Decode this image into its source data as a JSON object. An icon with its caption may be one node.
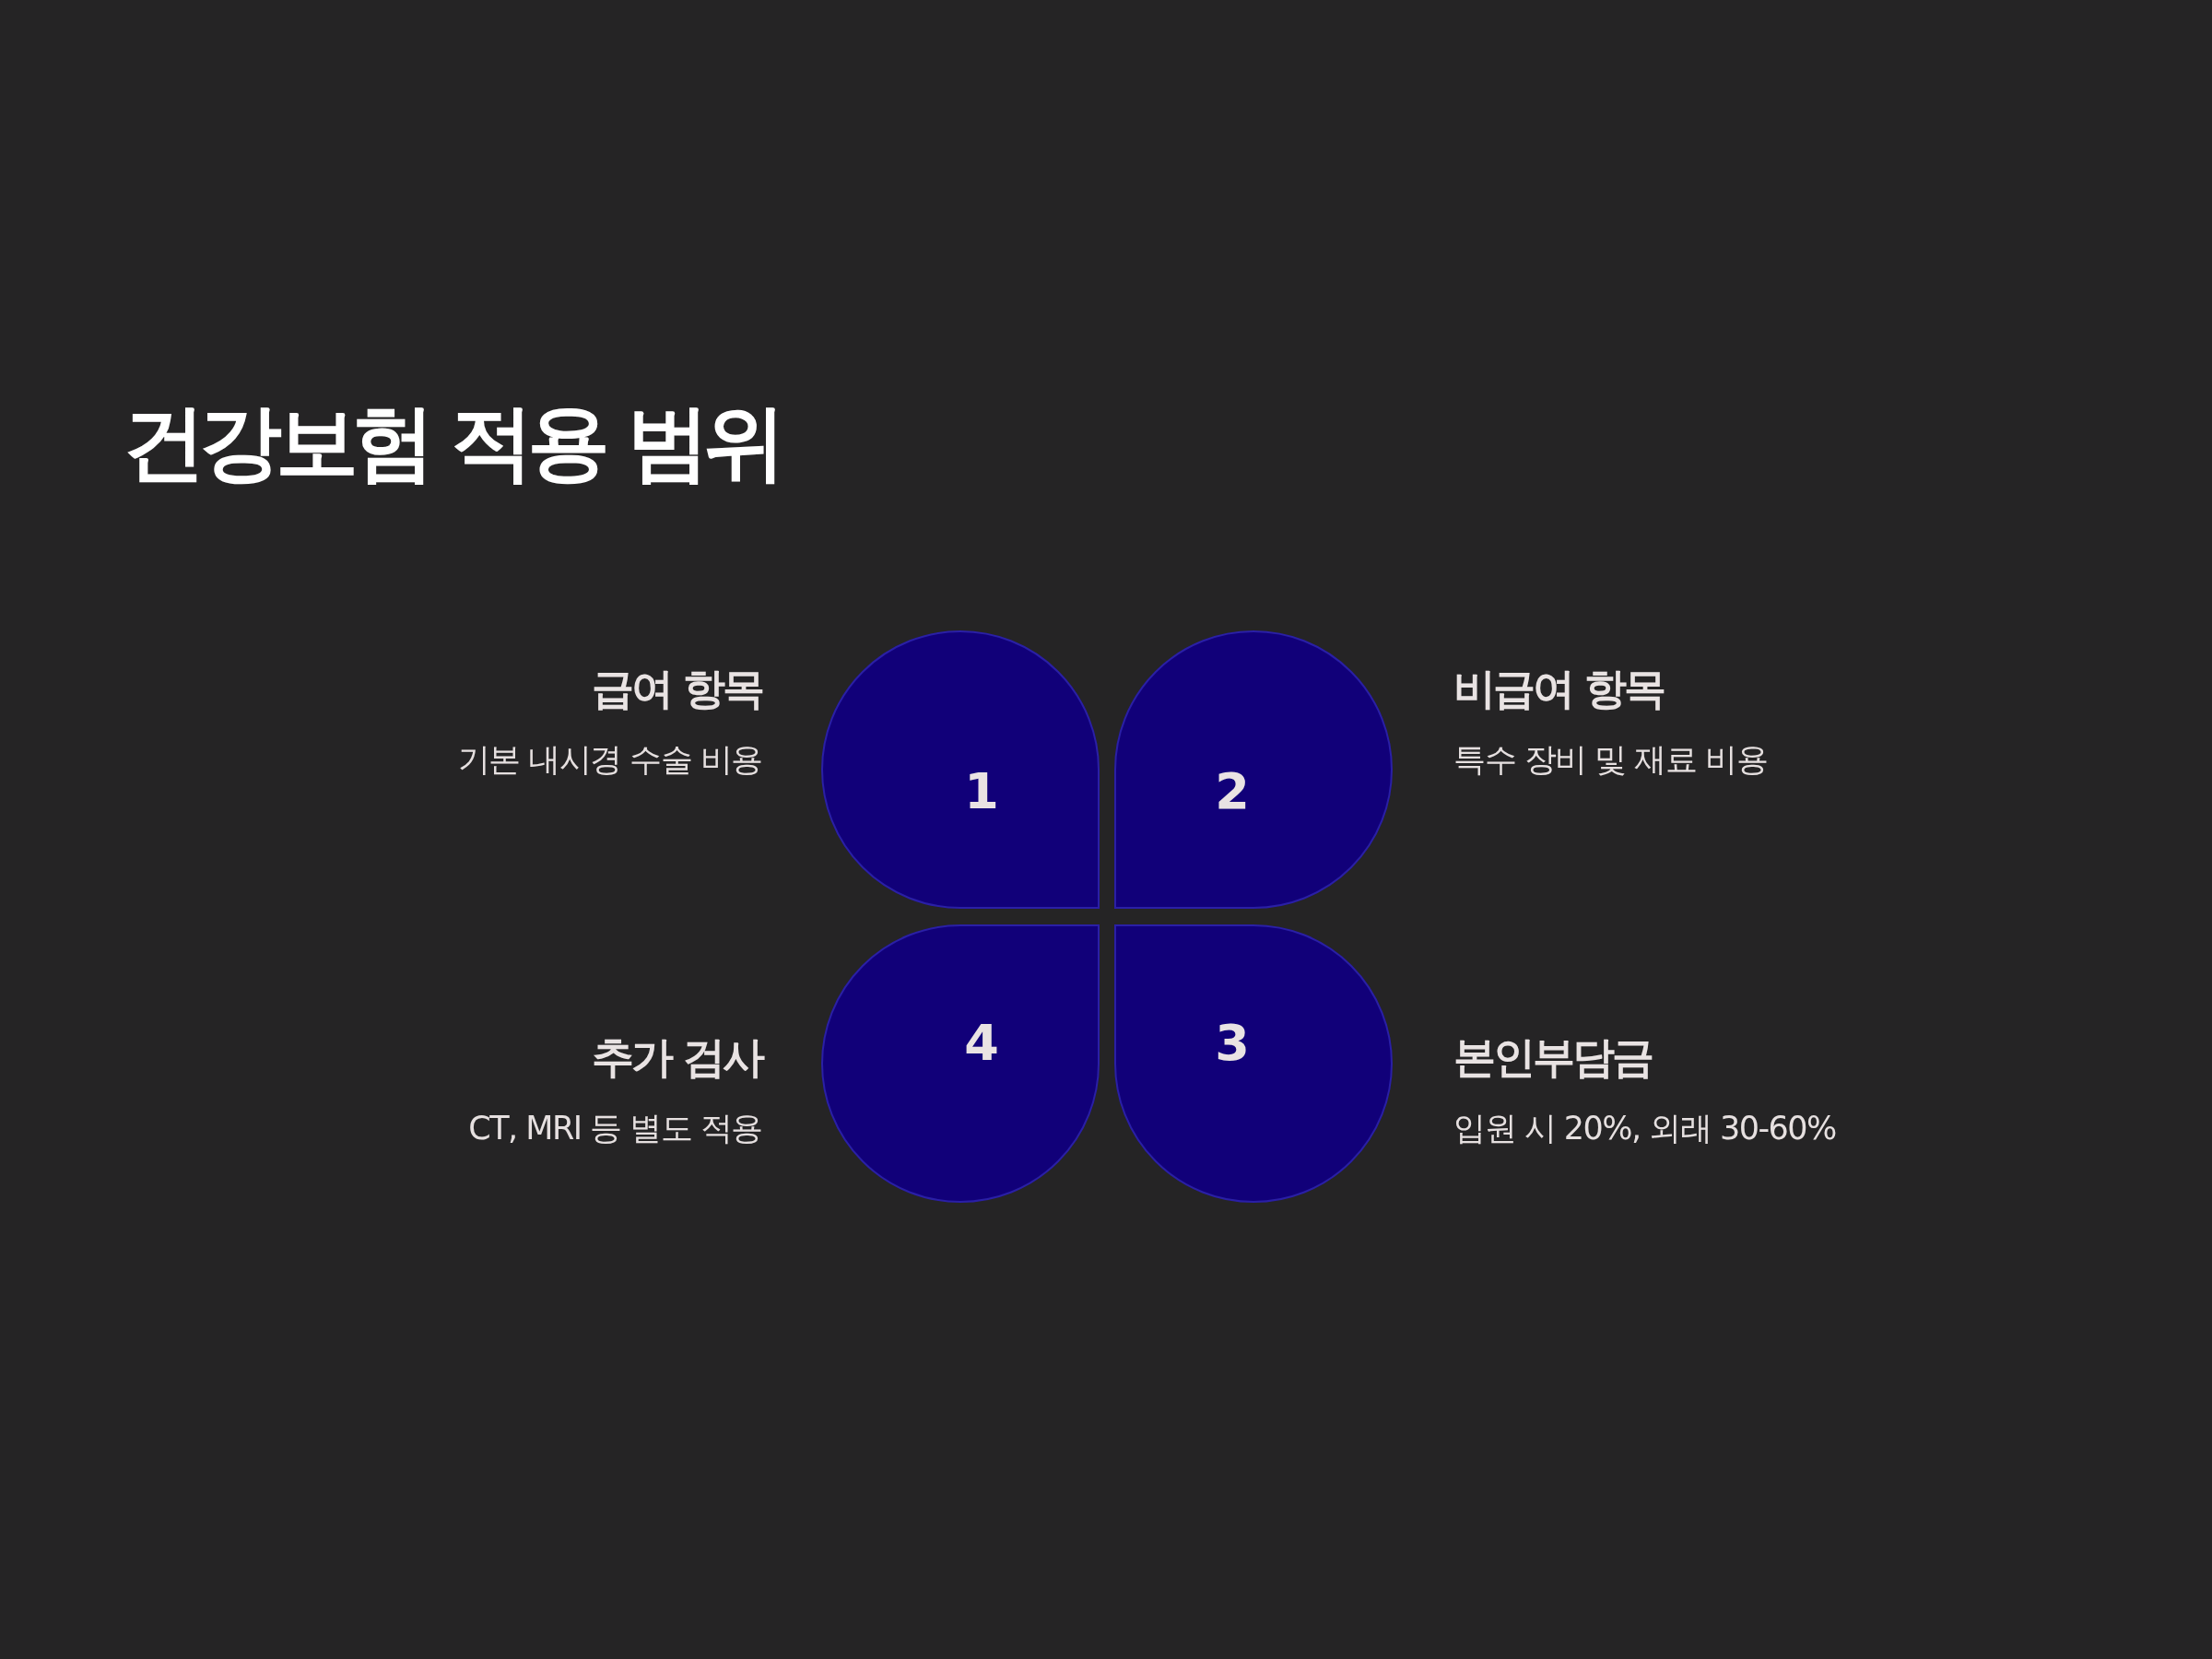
{
  "diagram": {
    "title": "건강보험 적용 범위",
    "nodes": [
      {
        "text": [
          "1"
        ],
        "beside": [
          "급여 항목",
          "기본 내시경 수술 비용"
        ]
      },
      {
        "text": [
          "2"
        ],
        "beside": [
          "비급여 항목",
          "특수 장비 및 재료 비용"
        ]
      },
      {
        "text": [
          "3"
        ],
        "beside": [
          "본인부담금",
          "입원 시 20%, 외래 30-60%"
        ]
      },
      {
        "text": [
          "4"
        ],
        "beside": [
          "추가 검사",
          "CT, MRI 등 별도 적용"
        ]
      }
    ]
  }
}
